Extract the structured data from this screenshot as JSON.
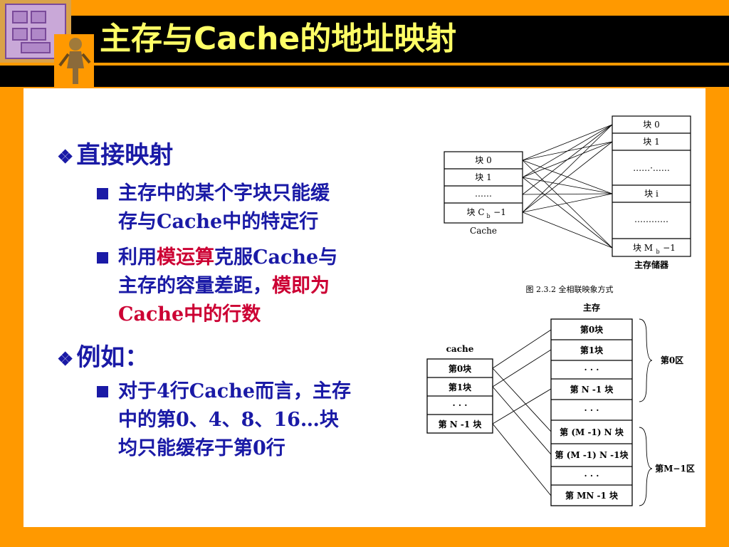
{
  "title": "主存与Cache的地址映射",
  "sections": [
    {
      "heading": "直接映射",
      "items": [
        {
          "lines": [
            "主存中的某个字块只能缓",
            "存与Cache中的特定行"
          ]
        },
        {
          "line1_a": "利用",
          "line1_b": "模运算",
          "line1_c": "克服Cache与",
          "line2_a": "主存的容量差距，",
          "line2_b": "模即为",
          "line3": "Cache中的行数"
        }
      ]
    },
    {
      "heading": "例如：",
      "items": [
        {
          "lines": [
            "对于4行Cache而言，主存",
            "中的第0、4、8、16…块",
            "均只能缓存于第0行"
          ]
        }
      ]
    }
  ],
  "figure1": {
    "cache_blocks": [
      "块 0",
      "块 1",
      "……",
      "块 C"
    ],
    "cache_last_sub": "b",
    "cache_last_suffix": "−1",
    "cache_label": "Cache",
    "mem_blocks": [
      "块 0",
      "块 1",
      "……·……",
      "块 i",
      "…………",
      "块 M"
    ],
    "mem_last_sub": "b",
    "mem_last_suffix": "−1",
    "mem_label": "主存储器",
    "caption": "图 2.3.2  全相联映象方式"
  },
  "figure2": {
    "mem_label": "主存",
    "cache_label": "cache",
    "cache_rows": [
      "第0块",
      "第1块",
      "· · ·",
      "第 N -1 块"
    ],
    "mem_rows": [
      "第0块",
      "第1块",
      "· · ·",
      "第 N -1 块",
      "· · ·",
      "第 (M -1) N 块",
      "第 (M -1) N -1块",
      "· · ·",
      "第 MN -1 块"
    ],
    "zone0": "第0区",
    "zone_last": "第M−1区"
  }
}
